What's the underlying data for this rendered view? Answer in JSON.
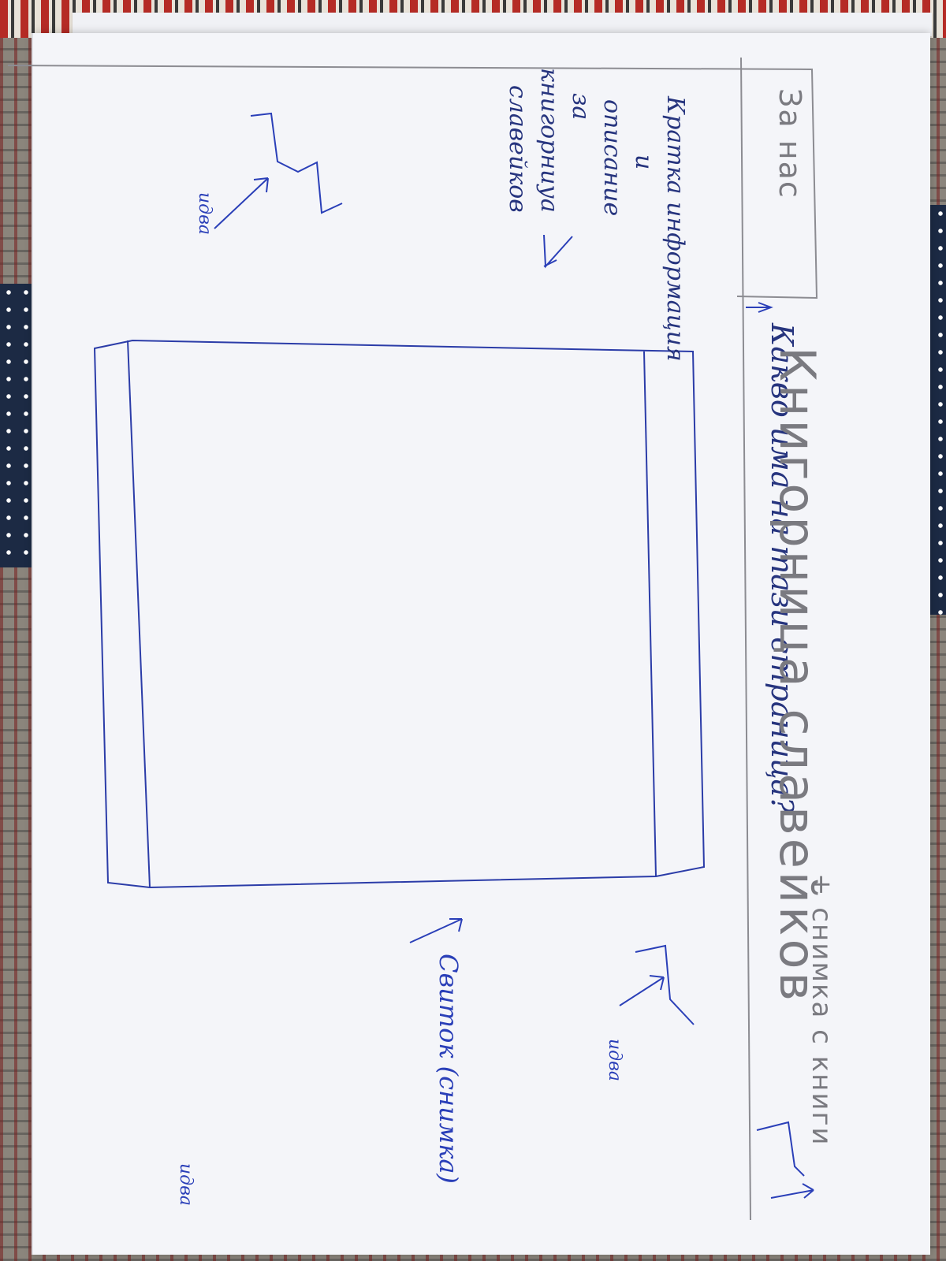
{
  "header_tab": {
    "label": "За нас"
  },
  "side_note": {
    "lines": [
      "Кратка информация",
      "и",
      "описание",
      "за",
      "книгорниуа",
      "славейков"
    ]
  },
  "page_question": "Какво има на тази страница?",
  "main_title": "Книгорница славейков",
  "main_title_suffix": "+ снимка с книги",
  "feed_label": "Свиток (снимка)",
  "annotations": {
    "left_top": "идва",
    "right_top": "идва",
    "right_bottom": "идва"
  },
  "colors": {
    "pen_blue": "#2a3fb8",
    "pencil_gray": "#7a7a80",
    "paper": "#f4f5f9"
  }
}
